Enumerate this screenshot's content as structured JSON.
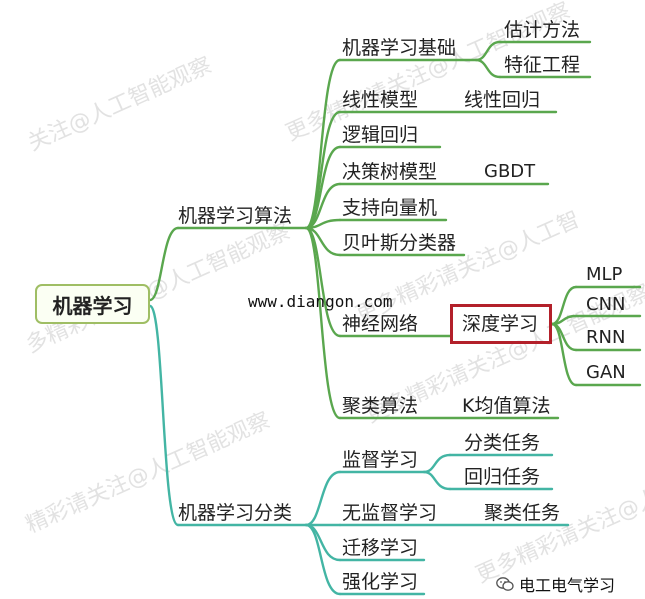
{
  "diagram": {
    "root": "机器学习",
    "branches": {
      "algorithms": {
        "label": "机器学习算法",
        "children": {
          "basics": {
            "label": "机器学习基础",
            "leaves": [
              "估计方法",
              "特征工程"
            ]
          },
          "linear": {
            "label": "线性模型",
            "leaf": "线性回归"
          },
          "logistic": {
            "label": "逻辑回归"
          },
          "tree": {
            "label": "决策树模型",
            "leaf": "GBDT"
          },
          "svm": {
            "label": "支持向量机"
          },
          "bayes": {
            "label": "贝叶斯分类器"
          },
          "nn": {
            "label": "神经网络",
            "deep": "深度学习",
            "deep_leaves": [
              "MLP",
              "CNN",
              "RNN",
              "GAN"
            ]
          },
          "cluster": {
            "label": "聚类算法",
            "leaf": "K均值算法"
          }
        }
      },
      "categories": {
        "label": "机器学习分类",
        "children": {
          "supervised": {
            "label": "监督学习",
            "leaves": [
              "分类任务",
              "回归任务"
            ]
          },
          "unsupervised": {
            "label": "无监督学习",
            "leaf": "聚类任务"
          },
          "transfer": {
            "label": "迁移学习"
          },
          "reinforcement": {
            "label": "强化学习"
          }
        }
      }
    },
    "colors": {
      "green": "#5aa74e",
      "teal": "#43b5a4",
      "highlight": "#b3202a",
      "root_border": "#9fbe64"
    }
  },
  "watermark": {
    "site": "www.diangon.com",
    "text": "更多精彩请关注@人工智能观察",
    "text_top_left": "关注@人工智能观察",
    "text_mid": "更多精彩请关注@人工智",
    "text_left": "多精彩请关注@人工智能观察",
    "text_bottom": "精彩请关注@人工智能观察",
    "text_lower": "更多精彩请关注@人工智能观察"
  },
  "brand": {
    "name": "电工电气学习",
    "icon": "wechat-icon"
  }
}
